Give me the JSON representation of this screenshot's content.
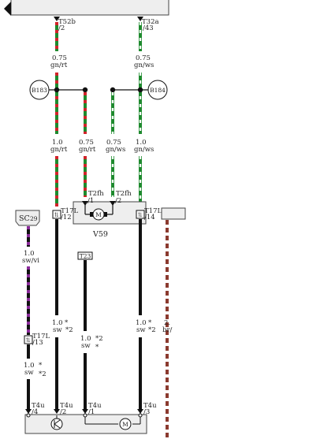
{
  "labels": {
    "conn_top_left": "T52b",
    "conn_top_left_pin": "/2",
    "conn_top_right": "T32a",
    "conn_top_right_pin": "/43",
    "wire_top_left_size": "0.75",
    "wire_top_left_color": "gn/rt",
    "wire_top_right_size": "0.75",
    "wire_top_right_color": "gn/ws",
    "node_left": "B183",
    "node_right": "B184",
    "w1_size": "1.0",
    "w1_color": "gn/rt",
    "w2_size": "0.75",
    "w2_color": "gn/rt",
    "w3_size": "0.75",
    "w3_color": "gn/ws",
    "w4_size": "1.0",
    "w4_color": "gn/ws",
    "t17l_a": "T17L",
    "t17l_a_pin": "/12",
    "t12th_a": "T2fh",
    "t12th_a_pin": "/1",
    "t12th_b": "T2fh",
    "t12th_b_pin": "/2",
    "t17l_b": "T17L",
    "t17l_b_pin": "/14",
    "motor_v59": "V59",
    "motor_m": "M",
    "sc_fuse": "SC",
    "sc_fuse_num": "29",
    "sc_wire_size": "1.0",
    "sc_wire_color": "sw/vi",
    "t23_box": "T23",
    "t17l_c": "T17L",
    "t17l_c_pin": "/13",
    "lw_size_a": "1.0",
    "lw_color_a": "sw",
    "lw_size_b": "1.0",
    "lw_color_b": "sw",
    "lw_size_c": "1.0",
    "lw_color_c": "sw",
    "lw_size_d": "1.0",
    "lw_color_d": "sw",
    "star": "*",
    "star2": "*2",
    "right_cut_size": "2.",
    "right_cut_color": "br/",
    "t4u_a": "T4u",
    "t4u_a_pin": "/4",
    "t4u_b": "T4u",
    "t4u_b_pin": "/2",
    "t4u_c": "T4u",
    "t4u_c_pin": "/1",
    "t4u_d": "T4u",
    "t4u_d_pin": "/3",
    "bottom_motor_m": "M"
  },
  "colors": {
    "green": "#1e8a2e",
    "red": "#d2232a",
    "white": "#ffffff",
    "black": "#111111",
    "violet": "#8a2b9a",
    "brown": "#8b3a2f",
    "panel_fill": "#eeeeee"
  }
}
